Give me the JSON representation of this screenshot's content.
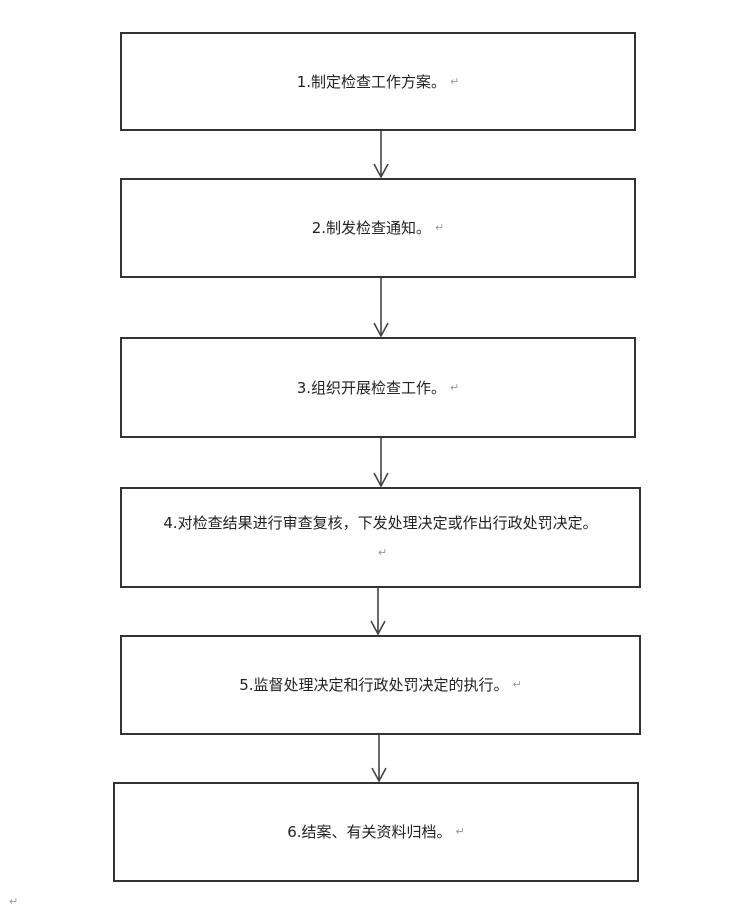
{
  "flowchart": {
    "steps": [
      {
        "text": "1.制定检查工作方案。"
      },
      {
        "text": "2.制发检查通知。"
      },
      {
        "text": "3.组织开展检查工作。"
      },
      {
        "text": "4.对检查结果进行审查复核，下发处理决定或作出行政处罚决定。"
      },
      {
        "text": "5.监督处理决定和行政处罚决定的执行。"
      },
      {
        "text": "6.结案、有关资料归档。"
      }
    ],
    "return_mark": "↵"
  }
}
